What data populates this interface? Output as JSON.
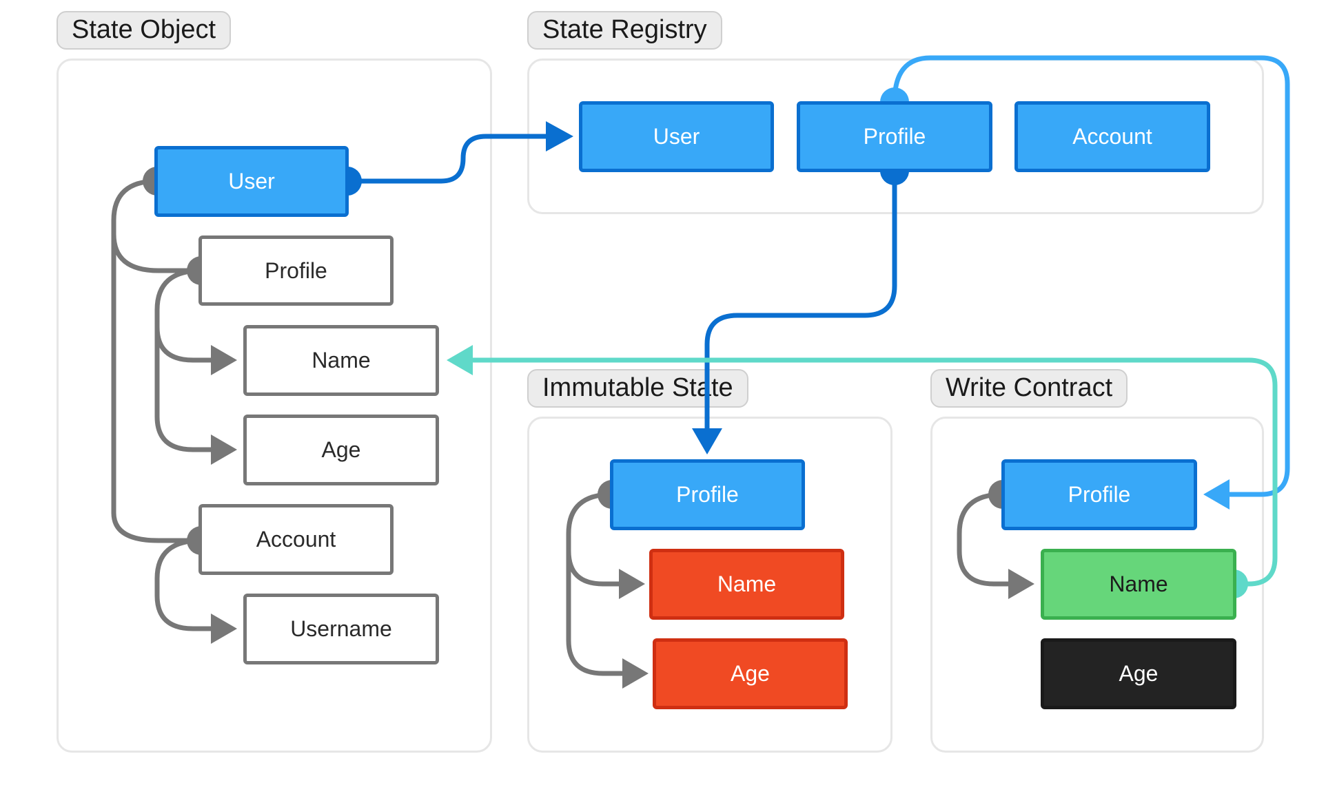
{
  "panels": {
    "state_object": "State Object",
    "state_registry": "State Registry",
    "immutable_state": "Immutable State",
    "write_contract": "Write Contract"
  },
  "state_object": {
    "user": "User",
    "profile": "Profile",
    "name": "Name",
    "age": "Age",
    "account": "Account",
    "username": "Username"
  },
  "state_registry": {
    "user": "User",
    "profile": "Profile",
    "account": "Account"
  },
  "immutable_state": {
    "profile": "Profile",
    "name": "Name",
    "age": "Age"
  },
  "write_contract": {
    "profile": "Profile",
    "name": "Name",
    "age": "Age"
  },
  "colors": {
    "gray_link": "#777777",
    "blue_dark": "#0a6fd0",
    "blue_light": "#38a8f8",
    "teal": "#5fd9c9",
    "red": "#f04a23",
    "green": "#66d67a",
    "black": "#232323"
  }
}
